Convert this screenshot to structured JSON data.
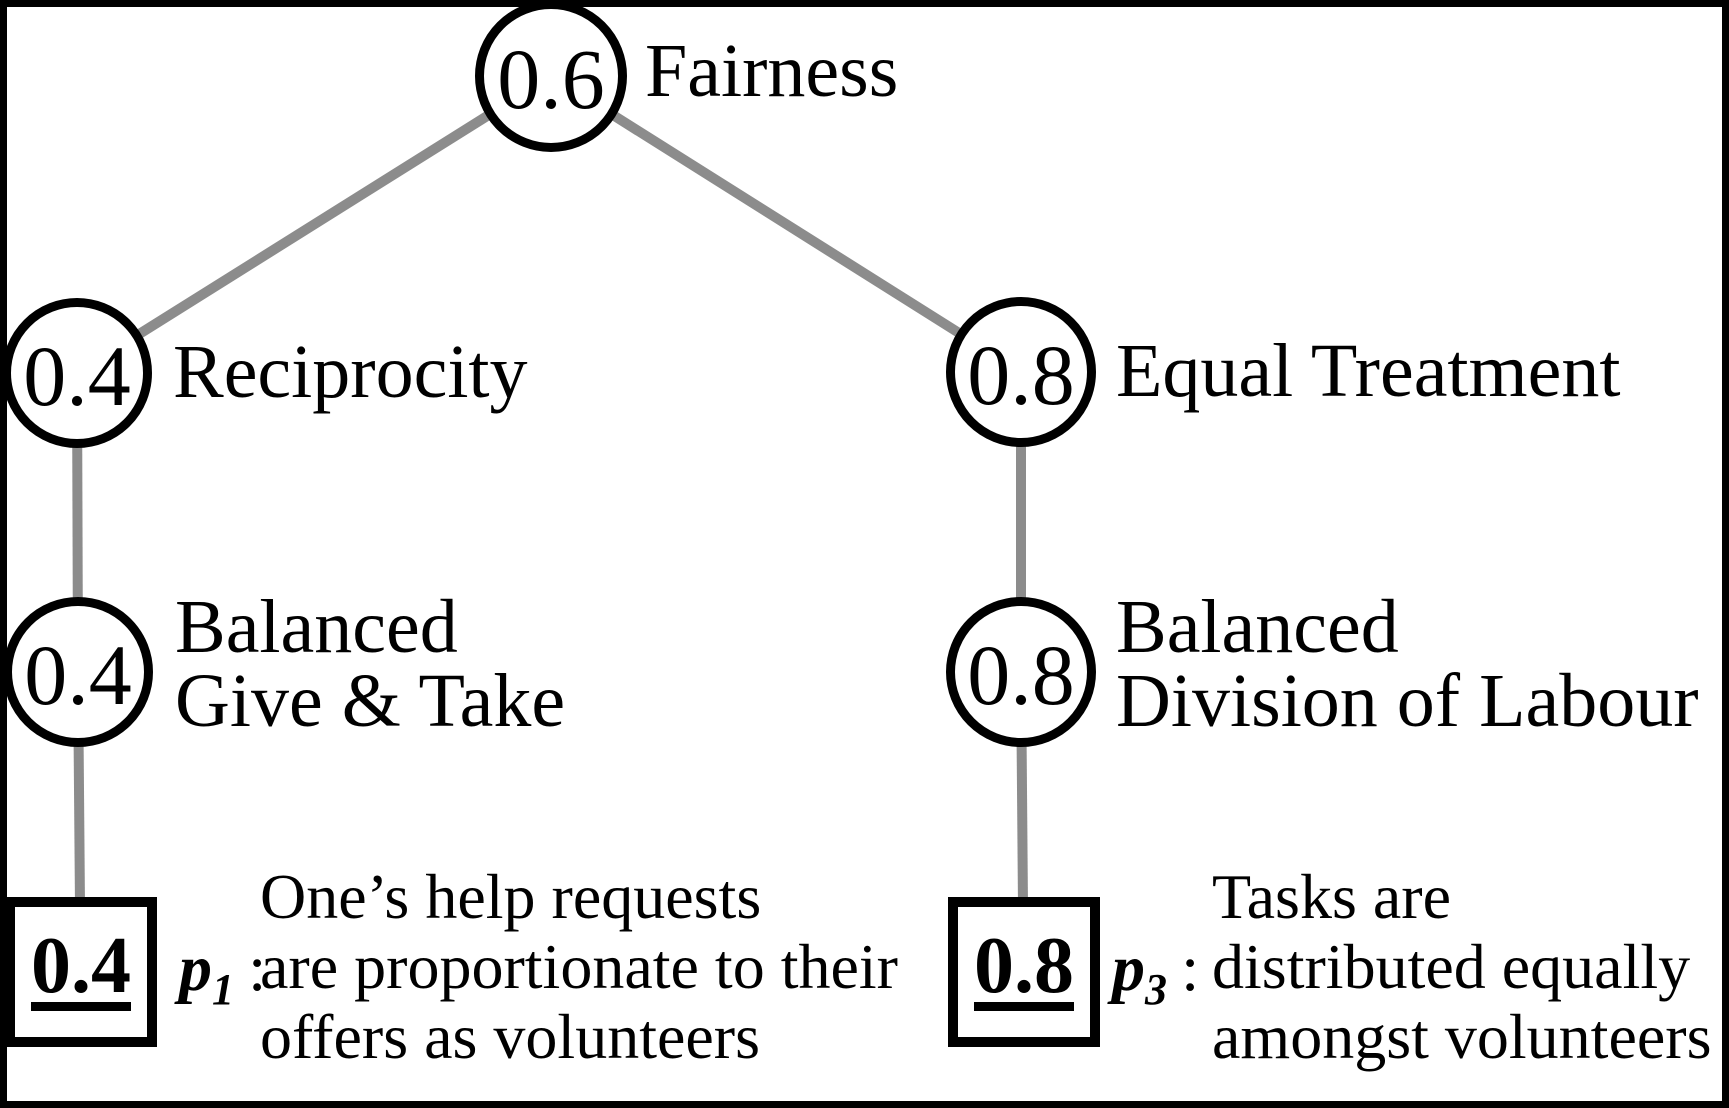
{
  "nodes": {
    "fairness": {
      "weight": "0.6",
      "label": "Fairness"
    },
    "reciprocity": {
      "weight": "0.4",
      "label": "Reciprocity"
    },
    "equal_treatment": {
      "weight": "0.8",
      "label": "Equal Treatment"
    },
    "balanced_give_take": {
      "weight": "0.4",
      "label_line1": "Balanced",
      "label_line2": "Give & Take"
    },
    "balanced_division_of_labour": {
      "weight": "0.8",
      "label_line1": "Balanced",
      "label_line2": "Division of Labour"
    }
  },
  "leaves": {
    "p1": {
      "weight": "0.4",
      "symbol": "p",
      "subscript": "1",
      "separator": ":",
      "desc_line1": "One’s help requests",
      "desc_line2": "are proportionate to their",
      "desc_line3": "offers as volunteers"
    },
    "p3": {
      "weight": "0.8",
      "symbol": "p",
      "subscript": "3",
      "separator": ":",
      "desc_line1": "Tasks are",
      "desc_line2": "distributed equally",
      "desc_line3": "amongst volunteers"
    }
  },
  "colors": {
    "ink": "#000000",
    "edge": "#8c8c8c",
    "bg": "#ffffff"
  }
}
